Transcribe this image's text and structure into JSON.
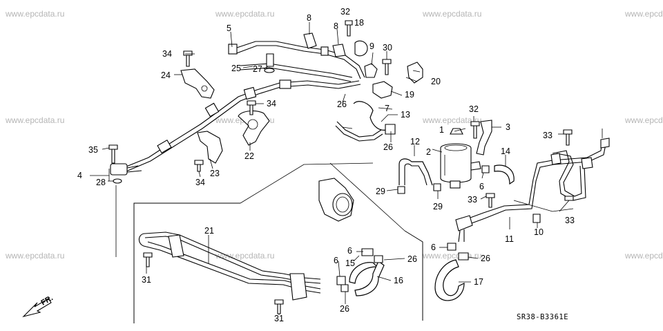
{
  "watermark": "www.epcdata.ru",
  "diagram_code": "SR38-B3361E",
  "direction_label": "FR.",
  "callouts": {
    "c1": "1",
    "c2": "2",
    "c3": "3",
    "c4": "4",
    "c5": "5",
    "c6a": "6",
    "c6b": "6",
    "c6c": "6",
    "c6d": "6",
    "c7": "7",
    "c8a": "8",
    "c8b": "8",
    "c9": "9",
    "c10": "10",
    "c11": "11",
    "c12": "12",
    "c13": "13",
    "c14": "14",
    "c15": "15",
    "c16": "16",
    "c17": "17",
    "c18": "18",
    "c19": "19",
    "c20": "20",
    "c21": "21",
    "c22": "22",
    "c23": "23",
    "c24": "24",
    "c25": "25",
    "c26a": "26",
    "c26b": "26",
    "c26c": "26",
    "c26d": "26",
    "c26e": "26",
    "c27": "27",
    "c28": "28",
    "c29a": "29",
    "c29b": "29",
    "c30": "30",
    "c31a": "31",
    "c31b": "31",
    "c32a": "32",
    "c32b": "32",
    "c33a": "33",
    "c33b": "33",
    "c33c": "33",
    "c34a": "34",
    "c34b": "34",
    "c34c": "34",
    "c35": "35"
  }
}
